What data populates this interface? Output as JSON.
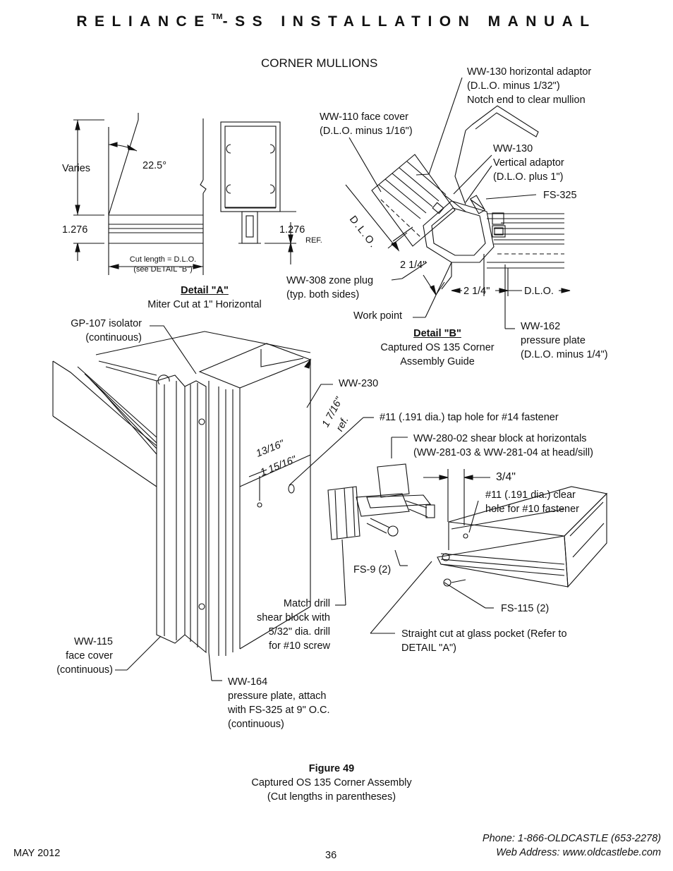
{
  "header": {
    "brand": "RELIANCE",
    "tm": "TM",
    "title_rest": "-SS INSTALLATION MANUAL"
  },
  "section_title": "CORNER MULLIONS",
  "detail_a": {
    "varies": "Varies",
    "angle": "22.5°",
    "dim_left": "1.276",
    "dim_right": "1.276",
    "ref": "REF.",
    "cut_length_1": "Cut length = D.L.O.",
    "cut_length_2": "(see DETAIL \"B\")",
    "title": "Detail \"A\"",
    "subtitle": "Miter Cut at 1\" Horizontal"
  },
  "detail_b": {
    "ww130h": [
      "WW-130 horizontal adaptor",
      "(D.L.O. minus 1/32\")",
      "Notch end to clear mullion"
    ],
    "ww110": [
      "WW-110 face cover",
      "(D.L.O. minus 1/16\")"
    ],
    "ww130v": [
      "WW-130",
      "Vertical adaptor",
      "(D.L.O. plus 1\")"
    ],
    "fs325": "FS-325",
    "dlo_diag": "D.L.O.",
    "dim_214_a": "2 1/4\"",
    "dim_214_b": "2 1/4\"",
    "dlo_h": "D.L.O.",
    "ww308": [
      "WW-308 zone plug",
      "(typ. both sides)"
    ],
    "work_point": "Work point",
    "title": "Detail \"B\"",
    "subtitle": [
      "Captured OS 135 Corner",
      "Assembly Guide"
    ],
    "ww162": [
      "WW-162",
      "pressure plate",
      "(D.L.O. minus 1/4\")"
    ]
  },
  "assembly": {
    "gp107": [
      "GP-107 isolator",
      "(continuous)"
    ],
    "ww230": "WW-230",
    "dim_1716": "1 7/16\"",
    "dim_ref": "ref.",
    "dim_1316": "13/16\"",
    "dim_11516": "1 15/16\"",
    "tap_hole": "#11 (.191 dia.) tap hole for #14 fastener",
    "ww280": [
      "WW-280-02 shear block at horizontals",
      "(WW-281-03 & WW-281-04 at head/sill)"
    ],
    "dim_34": "3/4\"",
    "clear_hole": [
      "#11 (.191 dia.) clear",
      "hole for #10 fastener"
    ],
    "fs9": "FS-9 (2)",
    "match_drill": [
      "Match drill",
      "shear block with",
      "5/32\" dia. drill",
      "for  #10 screw"
    ],
    "fs115": "FS-115 (2)",
    "straight_cut": [
      "Straight cut at glass pocket (Refer to",
      "DETAIL \"A\")"
    ],
    "ww115": [
      "WW-115",
      "face cover",
      "(continuous)"
    ],
    "ww164": [
      "WW-164",
      "pressure plate, attach",
      "with FS-325 at 9\" O.C.",
      "(continuous)"
    ]
  },
  "figure": {
    "number": "Figure 49",
    "caption": "Captured OS 135 Corner Assembly",
    "note": "(Cut lengths in parentheses)"
  },
  "footer": {
    "date": "MAY 2012",
    "page": "36",
    "phone": "Phone: 1-866-OLDCASTLE (653-2278)",
    "web": "Web Address: www.oldcastlebe.com"
  }
}
